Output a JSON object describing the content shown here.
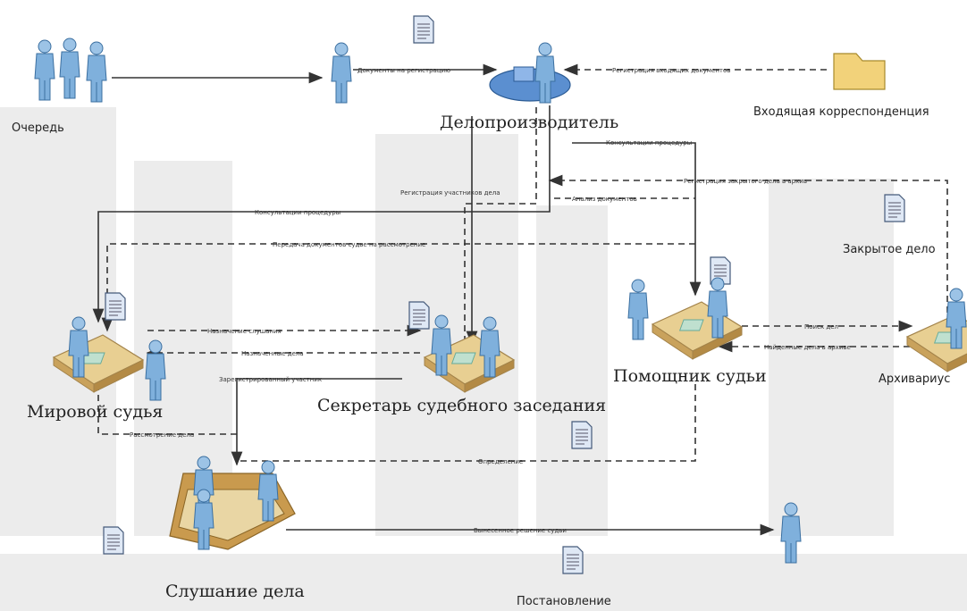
{
  "roles": {
    "queue": "Очередь",
    "clerk": "Делопроизводитель",
    "incoming": "Входящая корреспонденция",
    "closed_case": "Закрытое дело",
    "judge": "Мировой судья",
    "secretary": "Секретарь судебного заседания",
    "assistant": "Помощник судьи",
    "archivist": "Архивариус",
    "hearing": "Слушание дела",
    "ruling": "Постановление"
  },
  "flows": {
    "docs_registration": "Документы на регистрацию",
    "incoming_registration": "Регистрация входящих документов",
    "procedure_consult_clerk": "Консультации процедуры",
    "closed_case_registration": "Регистрация закрытого дела в архив",
    "participants_registration": "Регистрация участников дела",
    "docs_analysis": "Анализ документов",
    "procedure_consult": "Консультации процедуры",
    "transfer_docs": "Передача документов судье на рассмотрение",
    "hearing_assignment": "Назначение слушания",
    "assigned_cases": "Назначенные дела",
    "registered_participants": "Зарегистрированный участник",
    "case_review": "Рассмотрение дела",
    "case_search": "Поиск дел",
    "found_cases": "Найденные дела в архиве",
    "definition": "Определение",
    "ruling_issued": "Вынесенное решение судьи"
  }
}
